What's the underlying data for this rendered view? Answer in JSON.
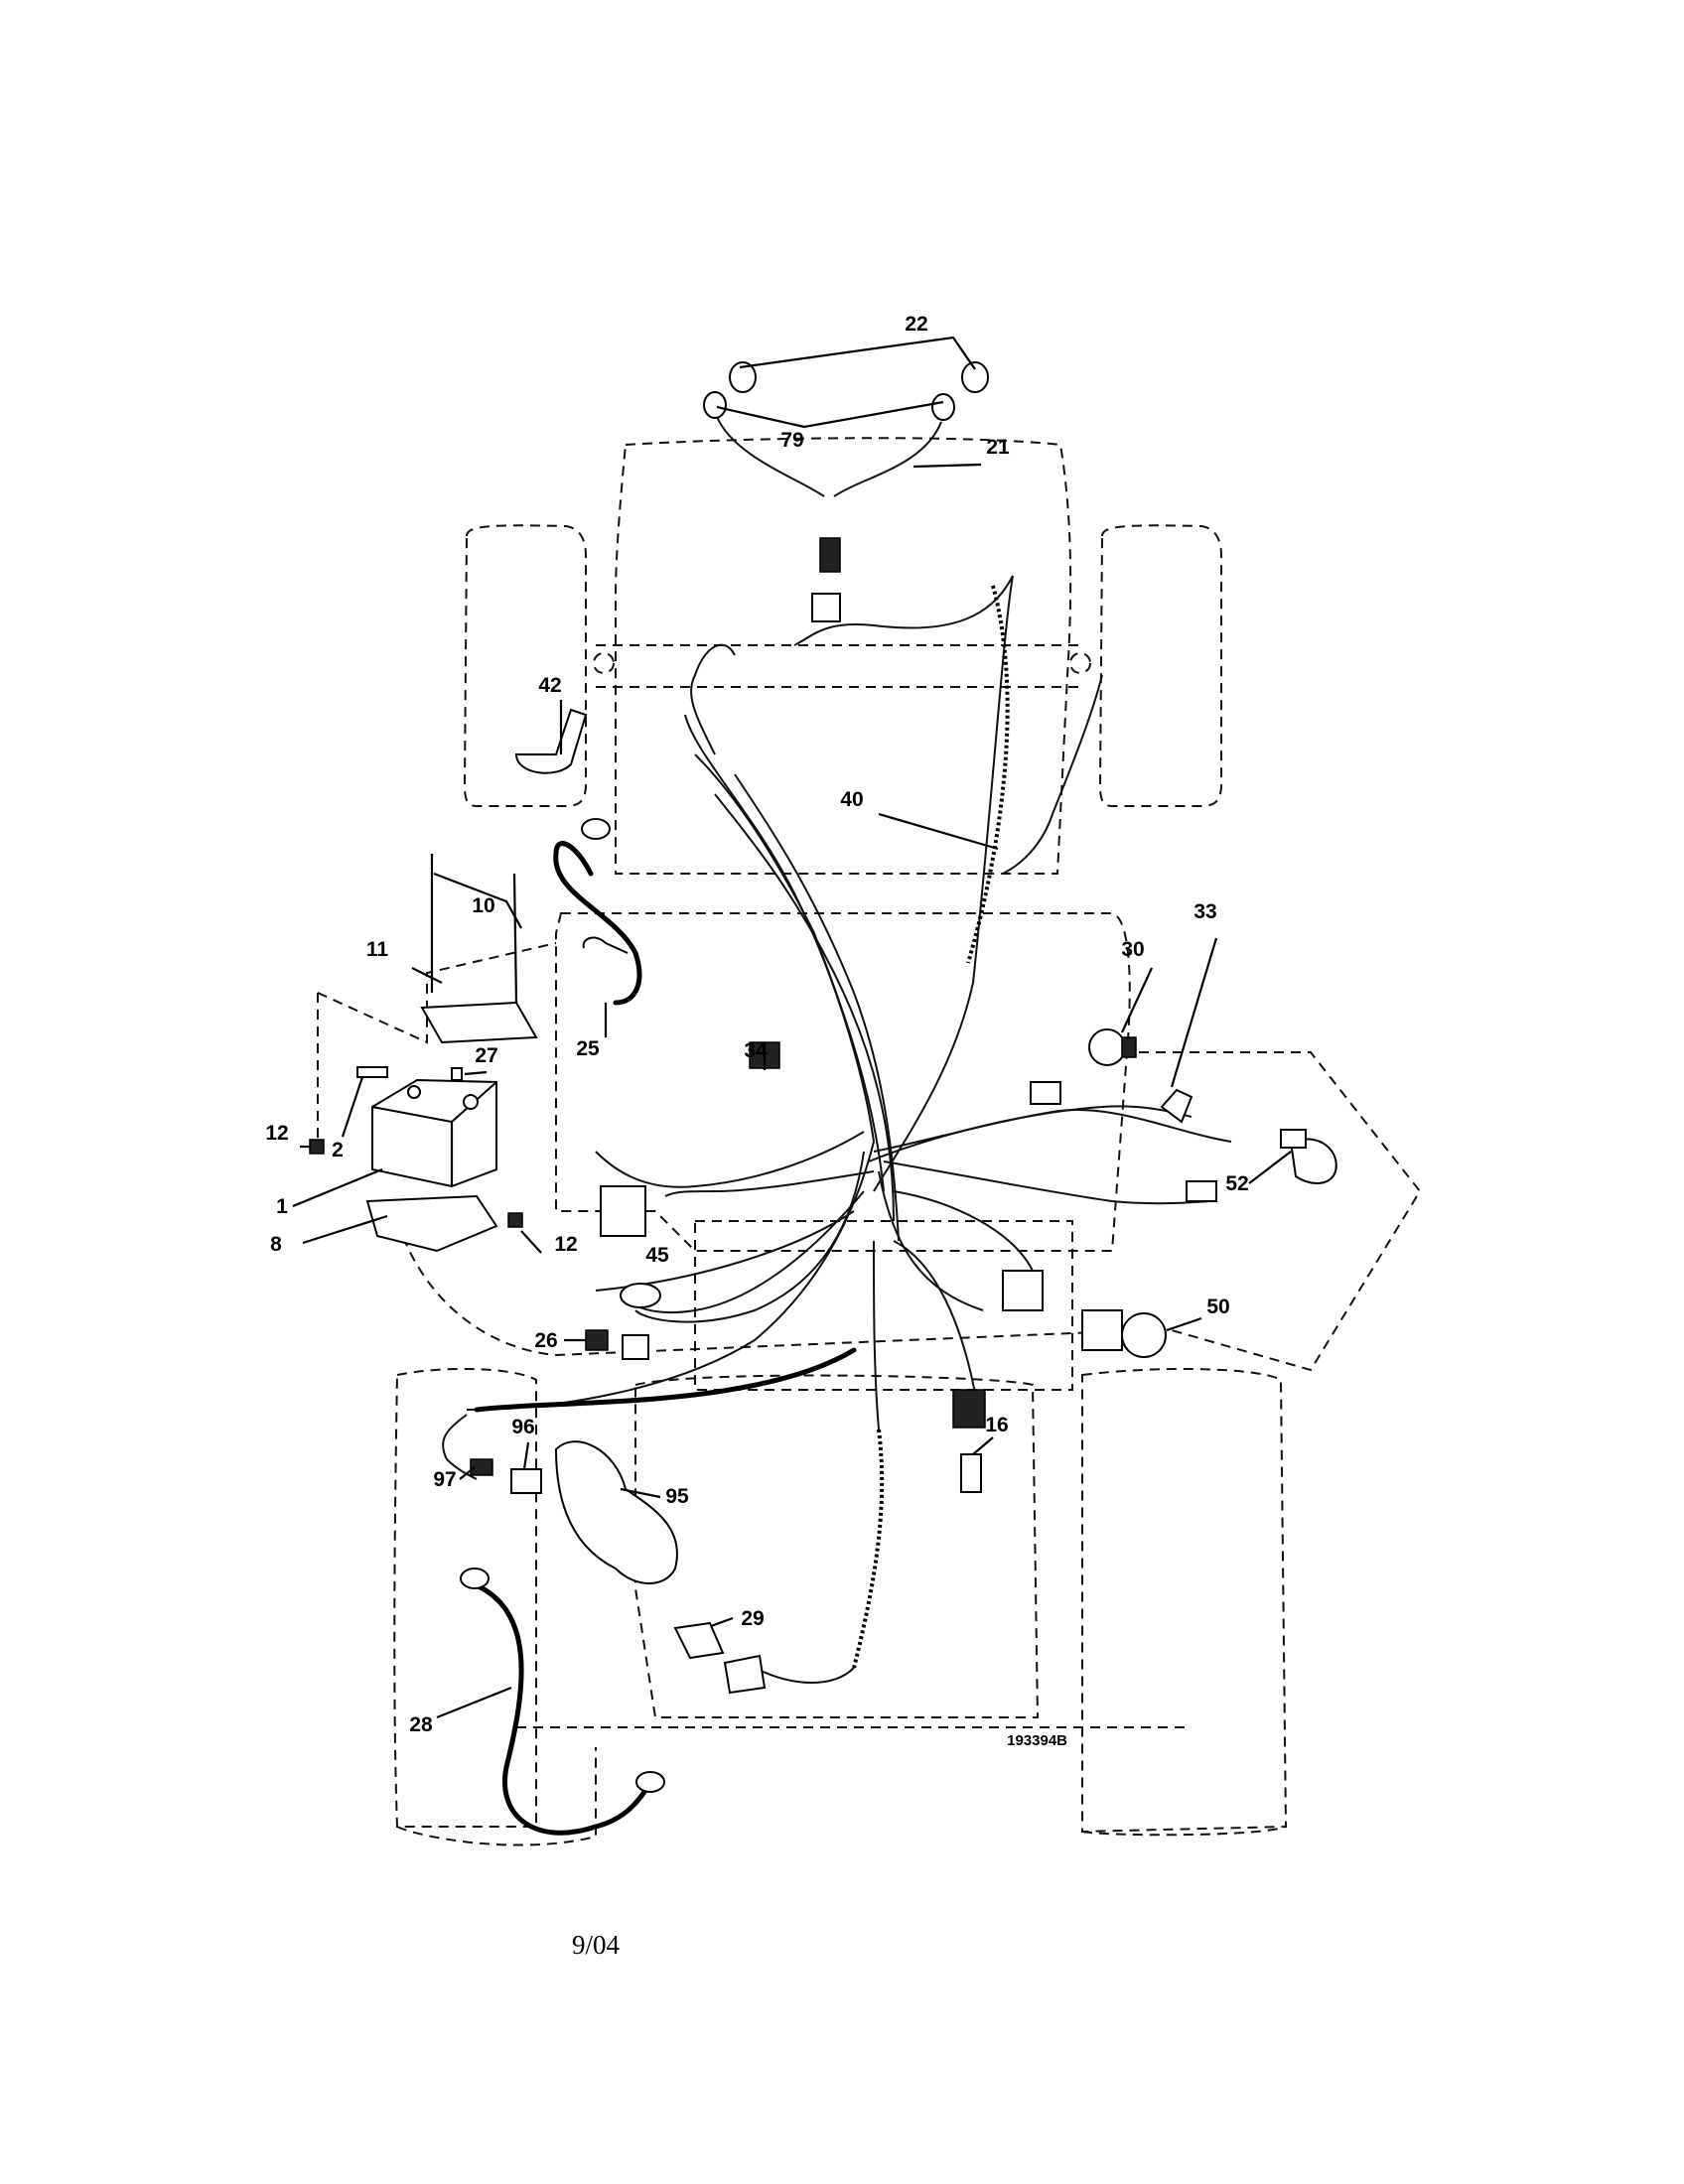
{
  "diagram": {
    "callouts": [
      {
        "id": "22",
        "label": "22"
      },
      {
        "id": "79",
        "label": "79"
      },
      {
        "id": "21",
        "label": "21"
      },
      {
        "id": "42",
        "label": "42"
      },
      {
        "id": "40",
        "label": "40"
      },
      {
        "id": "10",
        "label": "10"
      },
      {
        "id": "11",
        "label": "11"
      },
      {
        "id": "33",
        "label": "33"
      },
      {
        "id": "30",
        "label": "30"
      },
      {
        "id": "25",
        "label": "25"
      },
      {
        "id": "34",
        "label": "34"
      },
      {
        "id": "27",
        "label": "27"
      },
      {
        "id": "12a",
        "label": "12"
      },
      {
        "id": "2",
        "label": "2"
      },
      {
        "id": "1",
        "label": "1"
      },
      {
        "id": "8",
        "label": "8"
      },
      {
        "id": "12b",
        "label": "12"
      },
      {
        "id": "45",
        "label": "45"
      },
      {
        "id": "52",
        "label": "52"
      },
      {
        "id": "50",
        "label": "50"
      },
      {
        "id": "26",
        "label": "26"
      },
      {
        "id": "96",
        "label": "96"
      },
      {
        "id": "16",
        "label": "16"
      },
      {
        "id": "97",
        "label": "97"
      },
      {
        "id": "95",
        "label": "95"
      },
      {
        "id": "29",
        "label": "29"
      },
      {
        "id": "28",
        "label": "28"
      }
    ],
    "drawing_number": "193394B",
    "date": "9/04"
  }
}
